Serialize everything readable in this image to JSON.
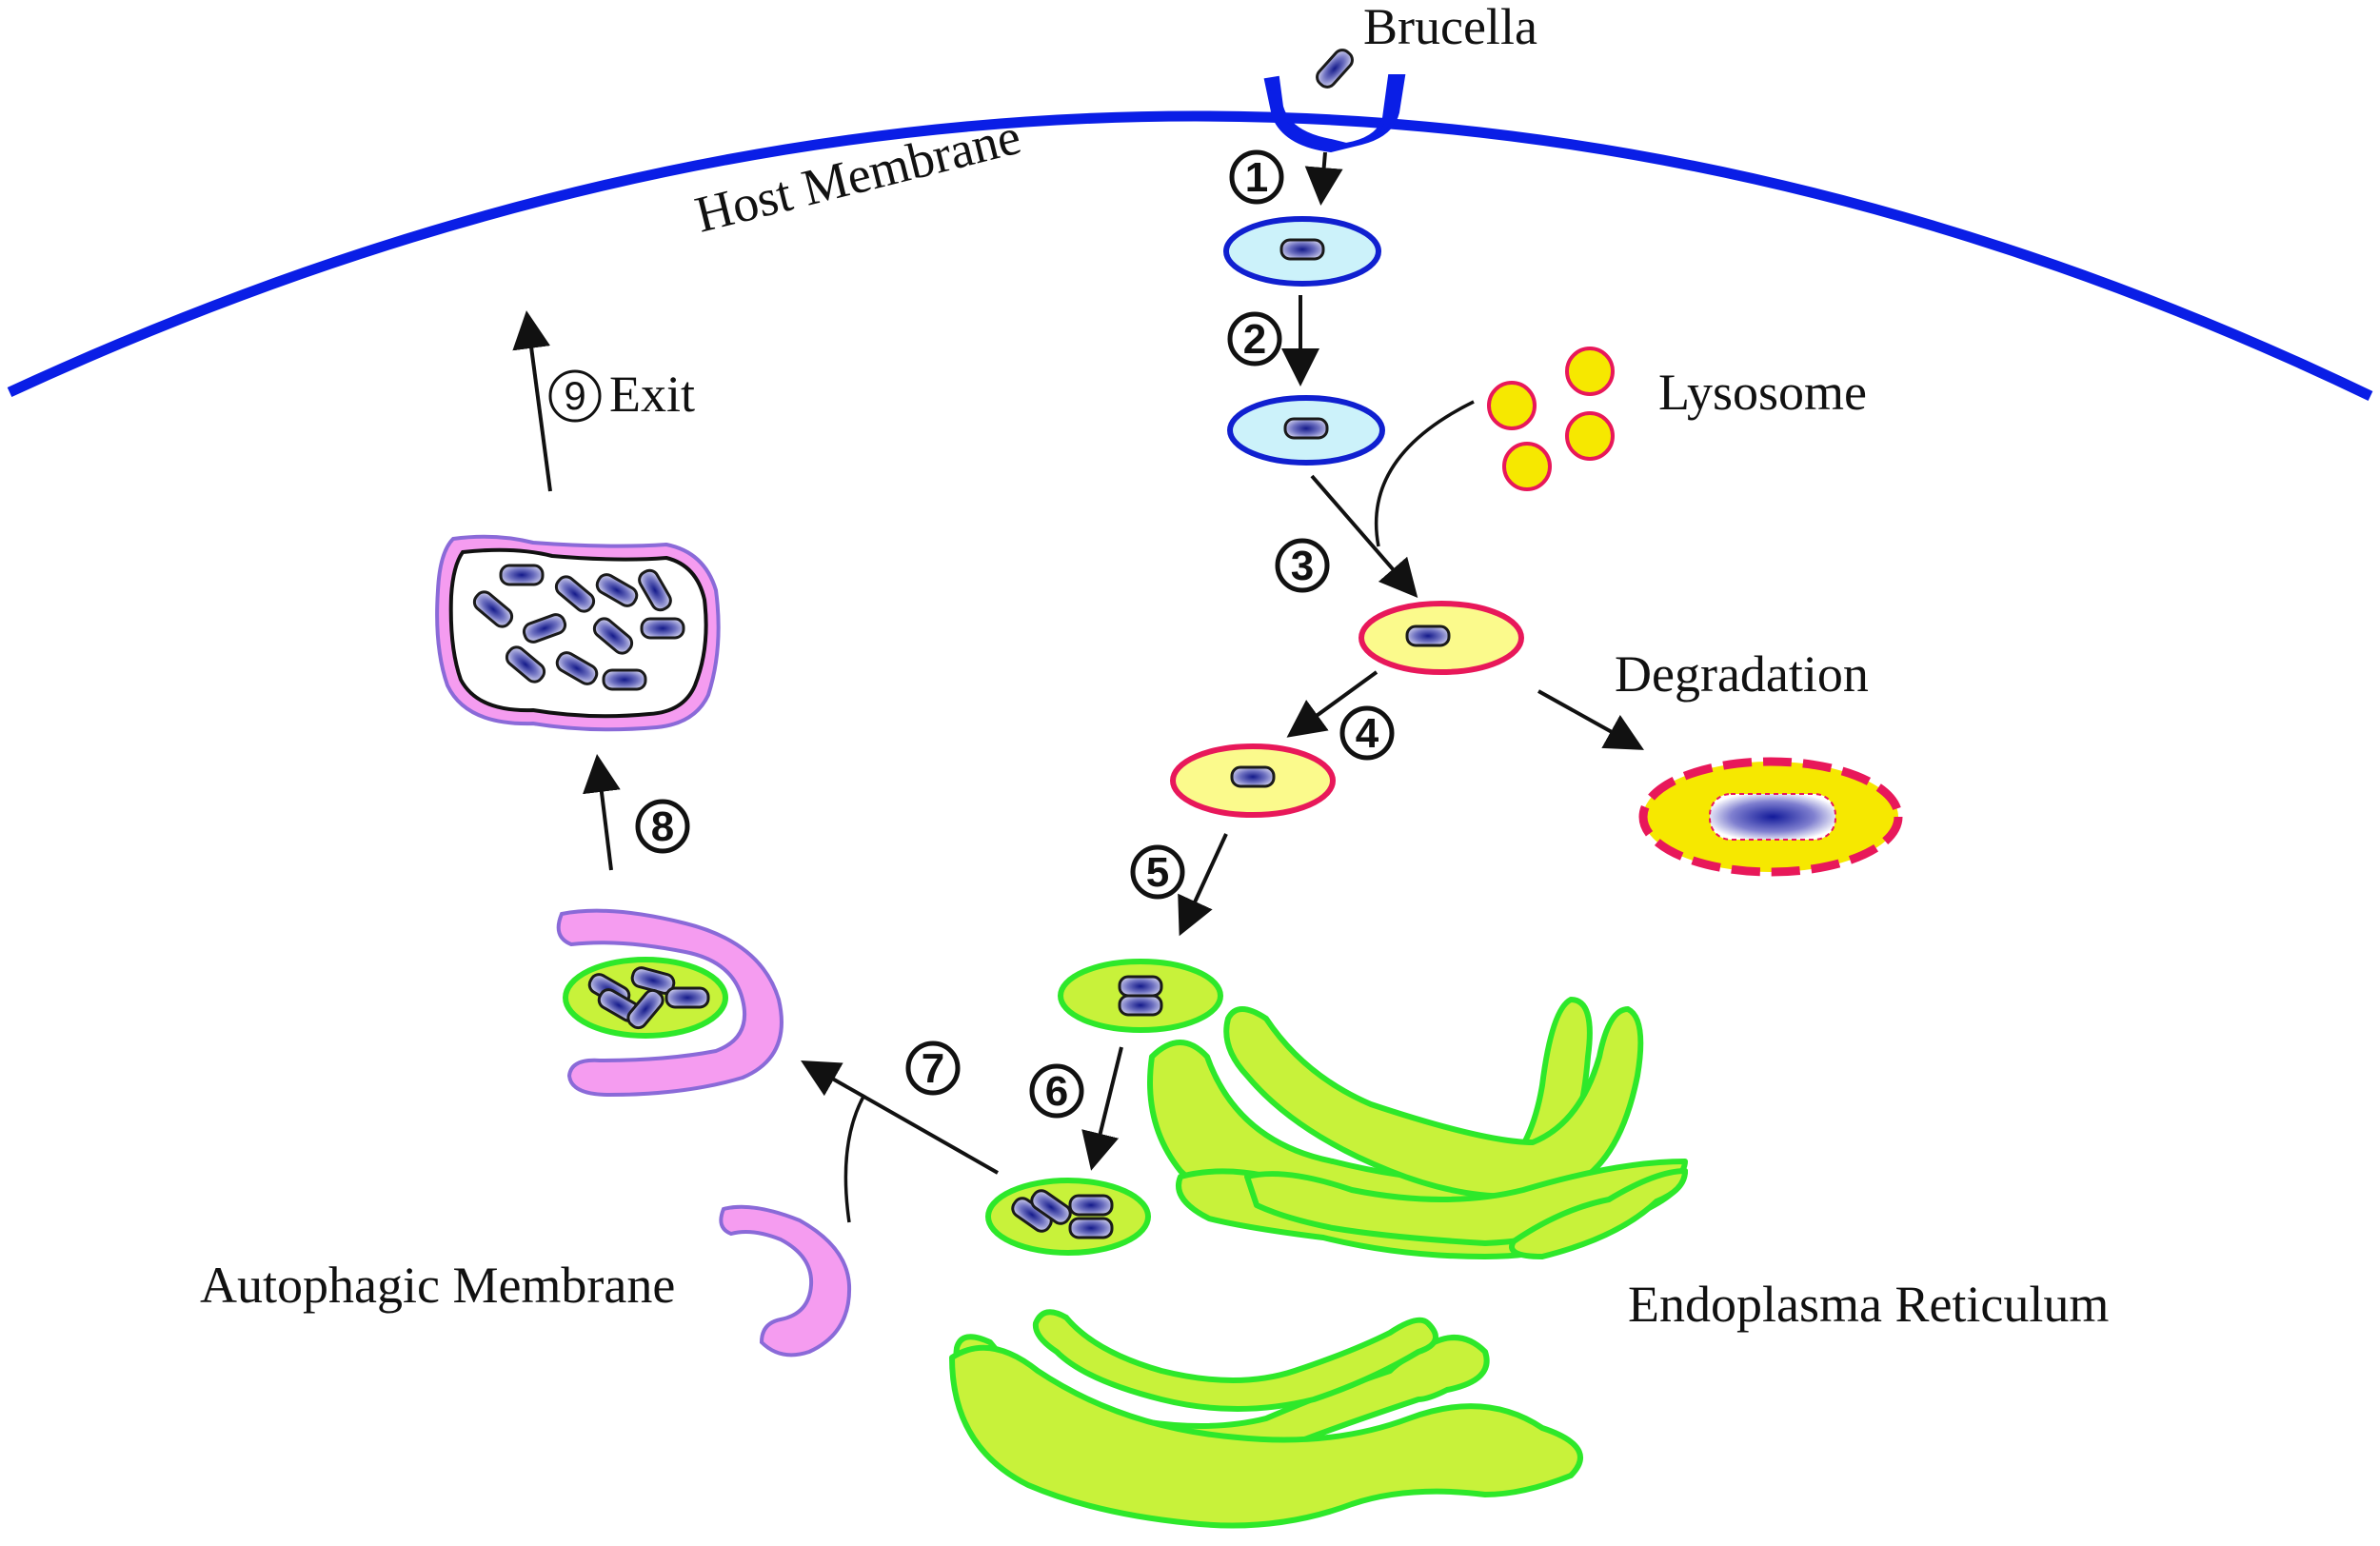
{
  "labels": {
    "brucella": "Brucella",
    "host_membrane": "Host Membrane",
    "lysosome": "Lysosome",
    "degradation": "Degradation",
    "exit": "Exit",
    "autophagic_membrane": "Autophagic Membrane",
    "endoplasma_reticulum": "Endoplasma Reticulum"
  },
  "steps": [
    "1",
    "2",
    "3",
    "4",
    "5",
    "6",
    "7",
    "8",
    "9"
  ],
  "colors": {
    "host_membrane": "#0a1ee6",
    "early_vacuole_fill": "#ccf2fa",
    "early_vacuole_stroke": "#1020d0",
    "lysosome_fill": "#f6e800",
    "lysosome_stroke": "#e8185a",
    "late_vacuole_fill": "#fbfa8c",
    "er_fill": "#c8f23a",
    "er_stroke": "#2ee82a",
    "autophagic_fill": "#f59cf0",
    "autophagic_stroke": "#8a6ad8",
    "bacterium_fill": "#9090c8",
    "bacterium_core": "#1a1a8c",
    "degraded_fill": "#f6e800",
    "degraded_stroke": "#e8185a"
  }
}
